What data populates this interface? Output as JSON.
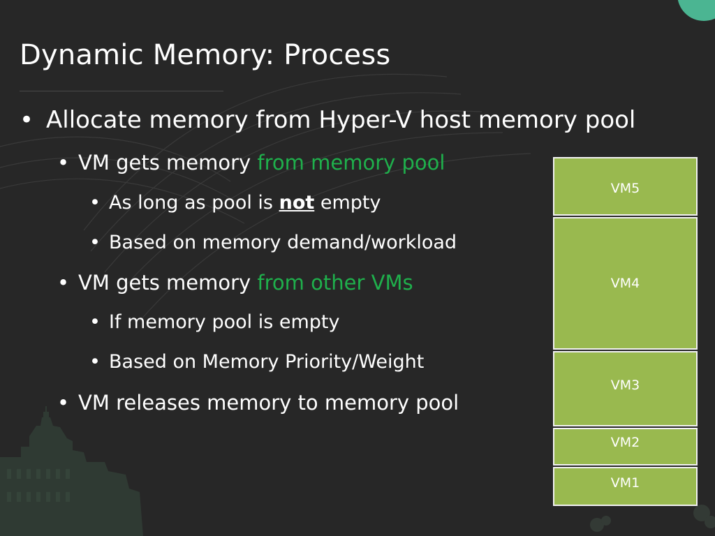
{
  "slide": {
    "title": "Dynamic Memory: Process",
    "bullets": [
      {
        "level": 1,
        "parts": [
          {
            "text": "Allocate memory from Hyper-V host memory pool"
          }
        ]
      },
      {
        "level": 2,
        "parts": [
          {
            "text": "VM gets memory "
          },
          {
            "text": "from memory pool",
            "style": "green"
          }
        ]
      },
      {
        "level": 3,
        "parts": [
          {
            "text": "As long as pool is "
          },
          {
            "text": "not",
            "style": "bold-underline"
          },
          {
            "text": " empty"
          }
        ]
      },
      {
        "level": 3,
        "parts": [
          {
            "text": "Based on memory demand/workload"
          }
        ]
      },
      {
        "level": 2,
        "parts": [
          {
            "text": "VM gets memory "
          },
          {
            "text": "from other VMs",
            "style": "green"
          }
        ]
      },
      {
        "level": 3,
        "parts": [
          {
            "text": "If memory pool is empty"
          }
        ]
      },
      {
        "level": 3,
        "parts": [
          {
            "text": "Based on Memory Priority/Weight"
          }
        ]
      },
      {
        "level": 2,
        "parts": [
          {
            "text": "VM releases memory to memory pool"
          }
        ]
      }
    ],
    "bullet_glyph": "•"
  },
  "memory_stack": {
    "blocks": [
      {
        "label": "VM5"
      },
      {
        "label": "VM4"
      },
      {
        "label": "VM3"
      },
      {
        "label": "VM2"
      },
      {
        "label": "VM1"
      }
    ]
  },
  "colors": {
    "background": "#272727",
    "accent_green": "#1fb04c",
    "block_fill": "#99b94f",
    "block_border": "#f2f2f2",
    "corner_accent": "#4bb592"
  }
}
